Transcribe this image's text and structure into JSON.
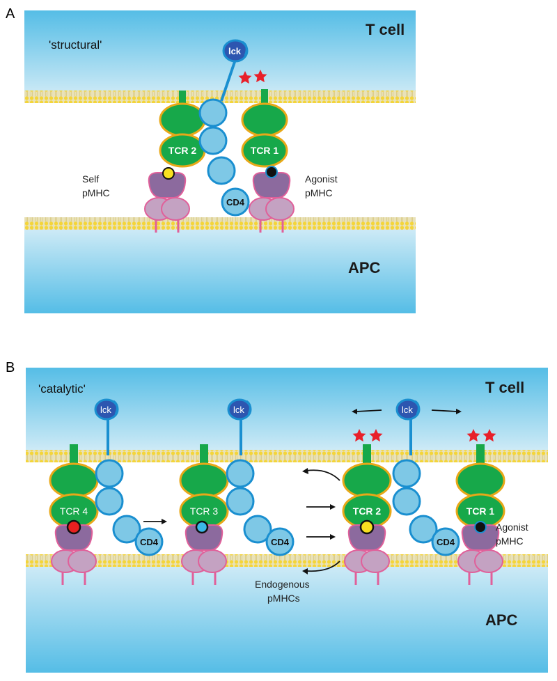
{
  "panel_a": {
    "letter": "A",
    "mode": "'structural'",
    "t_cell": "T cell",
    "apc": "APC",
    "tcr_left": "TCR 2",
    "tcr_right": "TCR 1",
    "lck": "lck",
    "cd4": "CD4",
    "self_line1": "Self",
    "self_line2": "pMHC",
    "agonist_line1": "Agonist",
    "agonist_line2": "pMHC"
  },
  "panel_b": {
    "letter": "B",
    "mode": "'catalytic'",
    "t_cell": "T cell",
    "apc": "APC",
    "tcr4": "TCR 4",
    "tcr3": "TCR 3",
    "tcr2": "TCR 2",
    "tcr1": "TCR 1",
    "lck": "lck",
    "cd4": "CD4",
    "agonist_line1": "Agonist",
    "agonist_line2": "pMHC",
    "endo_line1": "Endogenous",
    "endo_line2": "pMHCs"
  },
  "colors": {
    "tcr_green": "#17a84a",
    "tcr_outline": "#e8a818",
    "mhc_purple": "#8c6a9e",
    "mhc_light": "#c4a2c2",
    "mhc_outline": "#e0609a",
    "cd4_fill": "#7ec8e6",
    "cd4_outline": "#1a8fd0",
    "lck_fill": "#2d56b0",
    "star_red": "#e8202a",
    "self_peptide": "#f8e020",
    "agonist_peptide": "#111111",
    "tcr4_peptide": "#e82020",
    "tcr3_peptide": "#3ab8e8"
  }
}
